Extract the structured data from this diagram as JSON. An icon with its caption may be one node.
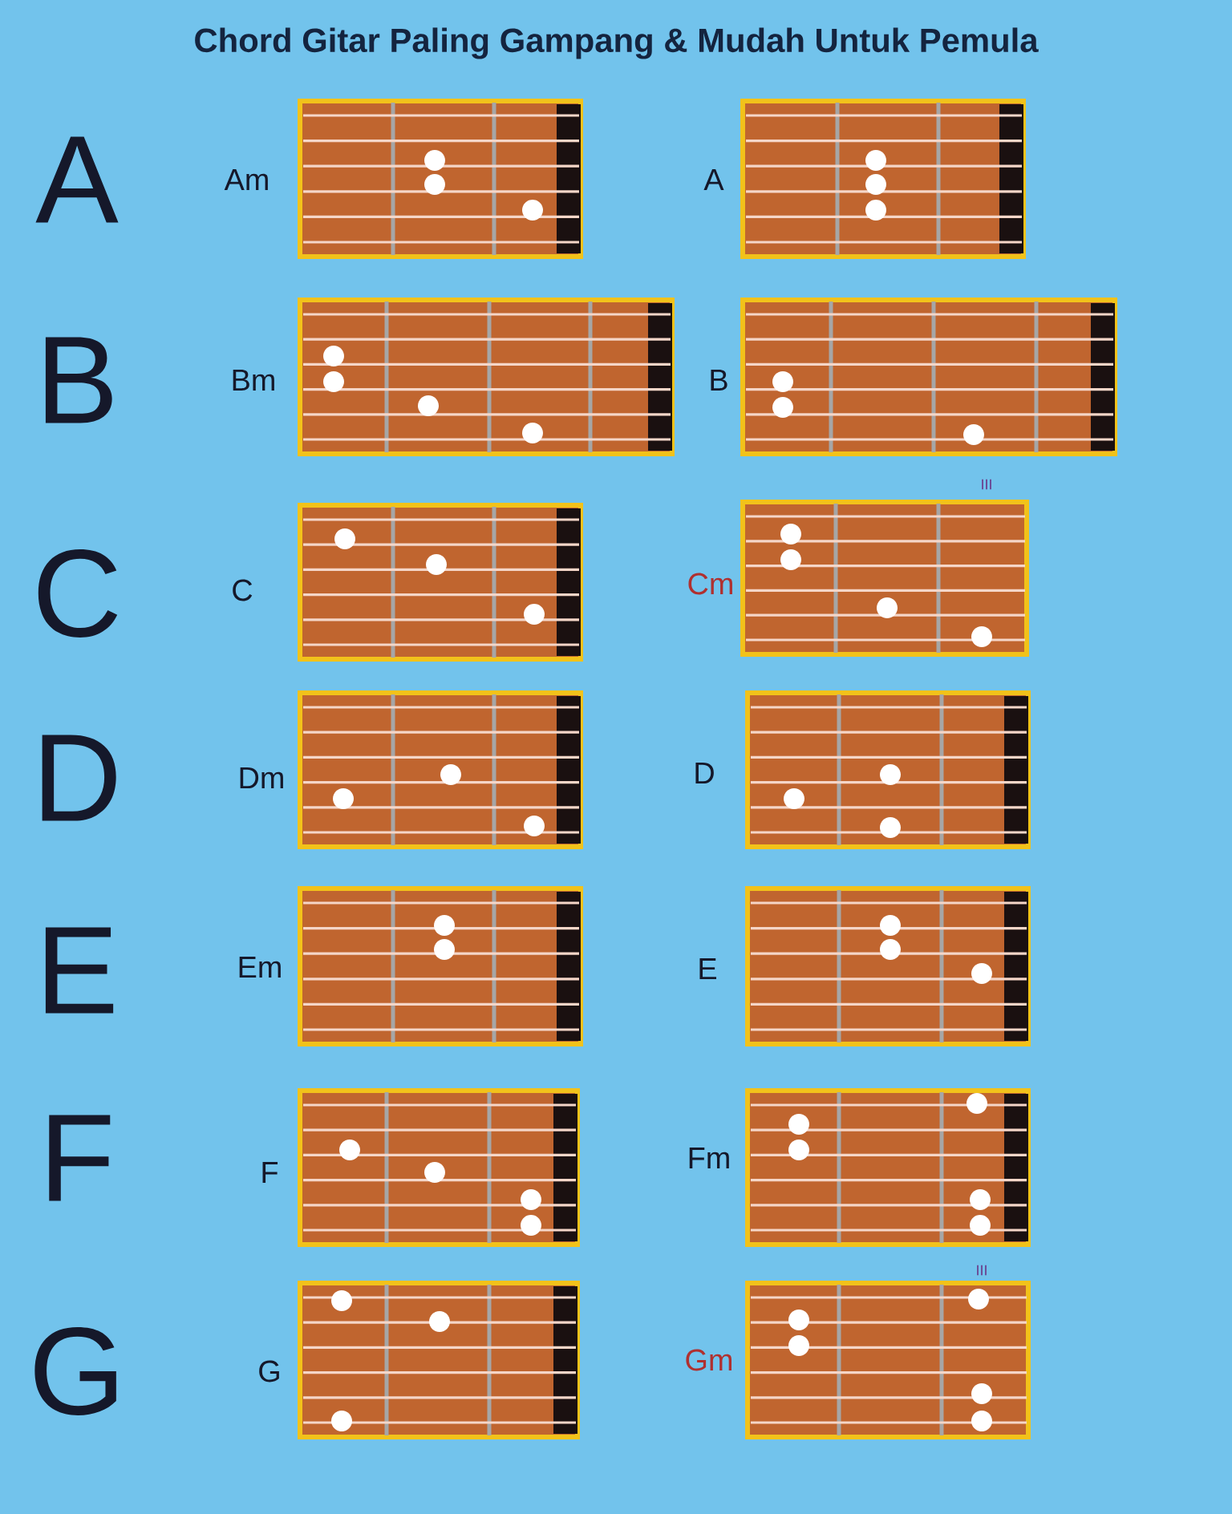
{
  "diagram": {
    "title": "Chord Gitar Paling Gampang & Mudah Untuk Pemula",
    "labels": [
      "A",
      "Am",
      "A",
      "B",
      "Bm",
      "B",
      "C",
      "C",
      "III",
      "Cm",
      "D",
      "Dm",
      "D",
      "E",
      "Em",
      "E",
      "F",
      "F",
      "Fm",
      "G",
      "G",
      "III",
      "Gm"
    ]
  }
}
